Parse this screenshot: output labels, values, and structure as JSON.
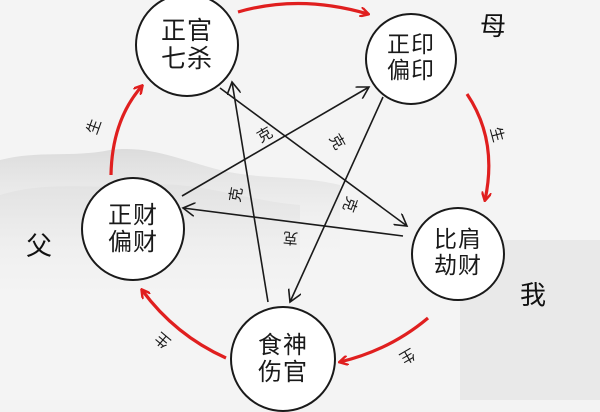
{
  "diagram": {
    "title": "",
    "colors": {
      "background": "#f3f3f3",
      "generate_arrow": "#e01f1f",
      "control_arrow": "#1a1a1a",
      "node_border": "#1a1a1a",
      "node_fill": "#ffffff"
    },
    "nodes": [
      {
        "id": "guan",
        "line1": "正官",
        "line2": "七杀"
      },
      {
        "id": "yin",
        "line1": "正印",
        "line2": "偏印"
      },
      {
        "id": "bi",
        "line1": "比肩",
        "line2": "劫财"
      },
      {
        "id": "shi",
        "line1": "食神",
        "line2": "伤官"
      },
      {
        "id": "cai",
        "line1": "正财",
        "line2": "偏财"
      }
    ],
    "side_labels": {
      "mother": "母",
      "father": "父",
      "self": "我"
    },
    "generate_label": "生",
    "control_label": "克",
    "generate_edges": [
      {
        "from": "guan",
        "to": "yin",
        "label": "生"
      },
      {
        "from": "yin",
        "to": "bi",
        "label": "生"
      },
      {
        "from": "bi",
        "to": "shi",
        "label": "生"
      },
      {
        "from": "shi",
        "to": "cai",
        "label": "生"
      },
      {
        "from": "cai",
        "to": "guan",
        "label": "生"
      }
    ],
    "control_edges": [
      {
        "from": "guan",
        "to": "bi",
        "label": "克"
      },
      {
        "from": "cai",
        "to": "yin",
        "label": "克"
      },
      {
        "from": "bi",
        "to": "cai",
        "label": "克"
      },
      {
        "from": "yin",
        "to": "shi",
        "label": "克"
      },
      {
        "from": "shi",
        "to": "guan",
        "label": "克"
      }
    ]
  }
}
